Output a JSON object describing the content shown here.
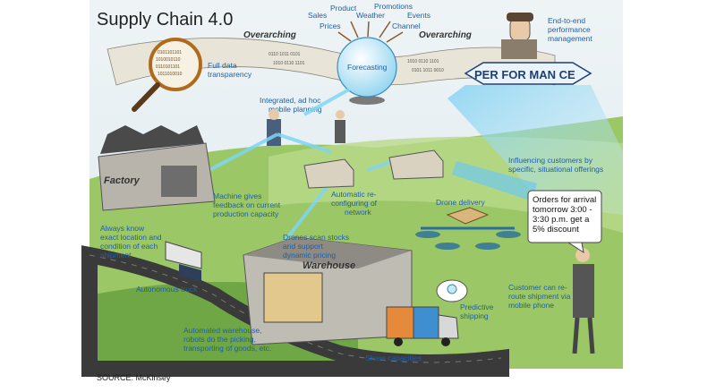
{
  "title": "Supply Chain 4.0",
  "source": "SOURCE: McKinsey",
  "labels": {
    "overarching_left": "Overarching",
    "overarching_right": "Overarching",
    "forecasting": "Forecasting",
    "sales": "Sales",
    "product": "Product",
    "prices": "Prices",
    "weather": "Weather",
    "promotions": "Promotions",
    "events": "Events",
    "channel": "Channel",
    "end_to_end_1": "End-to-end",
    "end_to_end_2": "performance",
    "end_to_end_3": "management",
    "performance_banner": "PER FOR MAN CE",
    "full_data_1": "Full data",
    "full_data_2": "transparency",
    "integrated_1": "Integrated, ad hoc",
    "integrated_2": "mobile planning",
    "factory": "Factory",
    "warehouse": "Warehouse",
    "machine_1": "Machine gives",
    "machine_2": "feedback on current",
    "machine_3": "production capacity",
    "automatic_1": "Automatic re-",
    "automatic_2": "configuring of",
    "automatic_3": "network",
    "influencing_1": "Influencing customers by",
    "influencing_2": "specific, situational offerings",
    "drone_delivery": "Drone delivery",
    "always_know_1": "Always know",
    "always_know_2": "exact location and",
    "always_know_3": "condition of each",
    "always_know_4": "shipment",
    "drones_scan_1": "Drones scan stocks",
    "drones_scan_2": "and support",
    "drones_scan_3": "dynamic pricing",
    "autonomous_truck": "Autonomous truck",
    "predictive_1": "Predictive",
    "predictive_2": "shipping",
    "customer_1": "Customer can re-",
    "customer_2": "route shipment via",
    "customer_3": "mobile phone",
    "automated_1": "Automated warehouse,",
    "automated_2": "robots do the picking,",
    "automated_3": "transporting of goods, etc.",
    "share_capacities": "Share capacities",
    "order_bubble": "Orders for arrival tomorrow 3:00 - 3:30 p.m. get a 5% discount"
  },
  "colors": {
    "label_blue": "#1f5fa8",
    "sky": "#e4eef3",
    "grass": "#7fb24e",
    "grass_light": "#b9d98b",
    "road": "#3c3c3c",
    "beam": "#9fdcf3"
  }
}
